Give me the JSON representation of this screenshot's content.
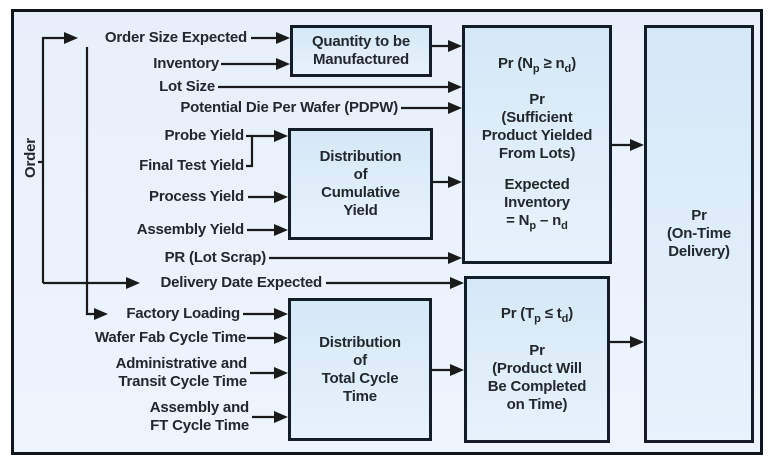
{
  "colors": {
    "frame_border": "#10151f",
    "box_border": "#141b29",
    "box_fill_top": "#d5e8f6",
    "box_fill_bottom": "#e7f2fb",
    "canvas_fill": "#e9f2fb",
    "line": "#1a1a1a",
    "text": "#23272e"
  },
  "order_label": "Order",
  "inputs": {
    "order_size": "Order Size Expected",
    "inventory": "Inventory",
    "lot_size": "Lot Size",
    "pdpw": "Potential Die Per Wafer (PDPW)",
    "probe_yield": "Probe Yield",
    "final_test_yield": "Final Test Yield",
    "process_yield": "Process Yield",
    "assembly_yield": "Assembly Yield",
    "pr_lot_scrap": "PR (Lot Scrap)",
    "delivery_date": "Delivery Date Expected",
    "factory_loading": "Factory Loading",
    "wafer_fab_ct": "Wafer Fab Cycle Time",
    "admin_transit_ct": "Administrative and\nTransit Cycle Time",
    "assembly_ft_ct": "Assembly and\nFT Cycle Time"
  },
  "boxes": {
    "quantity": {
      "text": "Quantity to be\nManufactured"
    },
    "cum_yield": {
      "text": "Distribution\nof\nCumulative\nYield"
    },
    "total_cycle": {
      "text": "Distribution\nof\nTotal Cycle\nTime"
    },
    "prob_inventory": {
      "f1": {
        "p0": "Pr (N",
        "s0": "p",
        "p1": " ≥ n",
        "s1": "d",
        "p2": ")"
      },
      "body": "Pr\n(Sufficient\nProduct Yielded\nFrom Lots)",
      "expected": "Expected\nInventory",
      "f2": {
        "p0": "= N",
        "s0": "p",
        "p1": " – n",
        "s1": "d"
      }
    },
    "prob_time": {
      "f1": {
        "p0": "Pr (T",
        "s0": "p",
        "p1": " ≤ t",
        "s1": "d",
        "p2": ")"
      },
      "body": "Pr\n(Product Will\nBe Completed\non Time)"
    },
    "on_time": {
      "text": "Pr\n(On-Time\nDelivery)"
    }
  }
}
